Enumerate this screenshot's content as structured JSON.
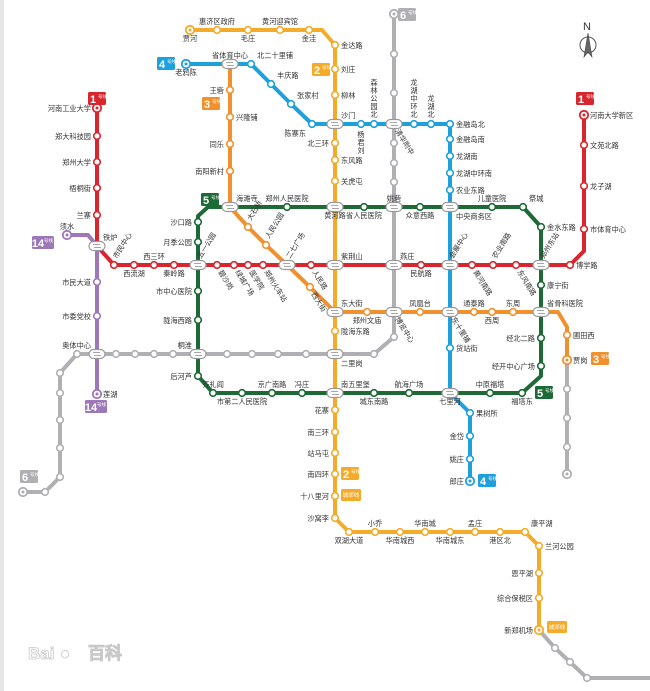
{
  "compass": {
    "label": "N",
    "icon": "north-arrow-icon"
  },
  "watermark": {
    "text": "Bai百科"
  },
  "lines": [
    {
      "id": "1",
      "badge": "号线",
      "color": "#d9262e",
      "stations": [
        "河南工业大学",
        "郑大科技园",
        "郑州大学",
        "梧桐街",
        "兰寨",
        "铁炉",
        "市民中心",
        "西流湖",
        "西三环",
        "秦岭路",
        "五一公园",
        "碧沙岗",
        "绿城广场",
        "医学院",
        "郑州火车站",
        "二七广场",
        "人民路",
        "紫荆山",
        "燕庄",
        "民航路",
        "会展中心",
        "黄河南路",
        "农业南路",
        "东风南路",
        "郑州东站",
        "博学路",
        "市体育中心",
        "龙子湖",
        "文苑北路",
        "河南大学新区"
      ]
    },
    {
      "id": "2",
      "badge": "号线",
      "color": "#f5ab2a",
      "stations": [
        "贾河",
        "惠济区政府",
        "毛庄",
        "黄河迎宾馆",
        "金洼",
        "金达路",
        "刘庄",
        "柳林",
        "沙门",
        "北三环",
        "东风路",
        "关虎屯",
        "黄河路",
        "紫荆山",
        "东大街",
        "陇海东路",
        "二里岗",
        "南五里堡",
        "花寨",
        "南三环",
        "站马屯",
        "南四环",
        "十八里河",
        "沙窝李",
        "双湖大道",
        "小乔",
        "华南城西",
        "华南城",
        "华南城东",
        "孟庄",
        "港区北",
        "康平湖",
        "兰河公园",
        "恩平湖",
        "综合保税区",
        "新郑机场"
      ]
    },
    {
      "id": "3",
      "badge": "号线",
      "color": "#f0912e",
      "stations": [
        "省体育中心",
        "王砦",
        "兴隆铺",
        "同乐",
        "南阳新村",
        "海滩寺",
        "大石桥",
        "人民公园",
        "二七广场",
        "西大街",
        "东大街",
        "郑州文庙",
        "博览中心",
        "凤凰台",
        "东十里铺",
        "通泰路",
        "西周",
        "东周",
        "省骨科医院",
        "圃田西",
        "贾岗"
      ]
    },
    {
      "id": "4",
      "badge": "号线",
      "color": "#1ea0dc",
      "stations": [
        "老鸦陈",
        "省体育中心",
        "北二十里铺",
        "丰庆路",
        "张家村",
        "陈寨东",
        "沙门",
        "杨君刘",
        "森林公园北",
        "清华附中",
        "龙湖中环北",
        "龙湖北",
        "金融岛北",
        "金融岛南",
        "龙湖南",
        "龙湖中环南",
        "农业东路",
        "中央商务区",
        "会展中心",
        "东十里铺",
        "货站街",
        "七里河",
        "果树所",
        "金岱",
        "姚庄",
        "郎庄"
      ]
    },
    {
      "id": "5",
      "badge": "号线",
      "color": "#1d6a37",
      "stations": [
        "海滩寺",
        "郑州人民医院",
        "黄河路",
        "省人民医院",
        "姚砦",
        "众意西路",
        "中央商务区",
        "儿童医院",
        "祭城",
        "金水东路",
        "郑州东站",
        "康宁街",
        "省骨科医院",
        "经北二路",
        "经开中心广场",
        "福塔东",
        "中原福塔",
        "七里河",
        "航海广场",
        "城东南路",
        "南五里堡",
        "冯庄",
        "京广南路",
        "市第二人民医院",
        "齐礼阎",
        "后河芦",
        "桐淮",
        "陇海西路",
        "市中心医院",
        "五一公园",
        "月季公园",
        "沙口路"
      ]
    },
    {
      "id": "6",
      "badge": "号线",
      "color": "#b0b0b4",
      "stations": [
        "清华附中",
        "姚砦",
        "燕庄",
        "博览中心",
        "二里岗",
        "桐淮",
        "奥体中心"
      ]
    },
    {
      "id": "14",
      "badge": "号线",
      "color": "#9e77b8",
      "stations": [
        "须水",
        "铁炉",
        "市民大道",
        "市委党校",
        "奥体中心",
        "莲湖"
      ]
    }
  ],
  "airport_line": {
    "badge": "城郊线",
    "color": "#f5ab2a"
  },
  "planned_color": "#b0b0b4"
}
